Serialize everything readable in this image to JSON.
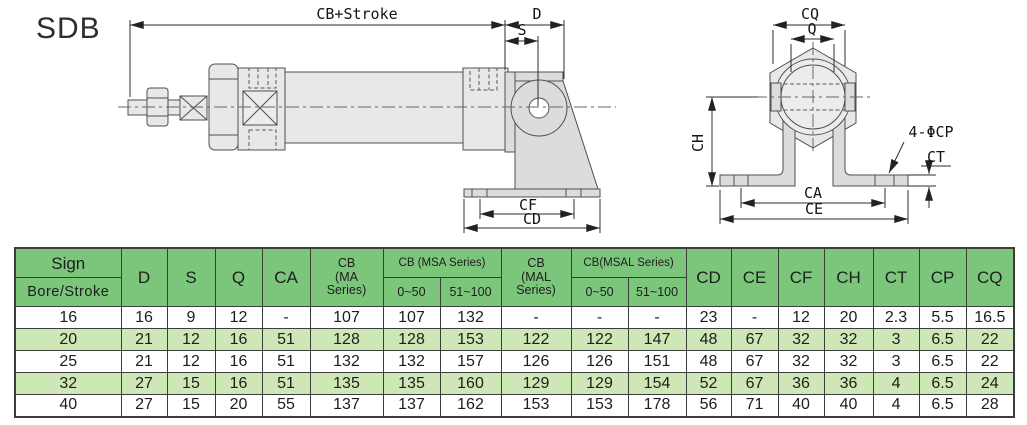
{
  "title": "SDB",
  "colors": {
    "header_green": "#7cc67c",
    "stripe_green": "#cde8b6",
    "table_line": "#3c3c3c",
    "drawing_fill": "#e8e8e8"
  },
  "drawings": {
    "side_view": {
      "cb_stroke": "CB+Stroke",
      "d": "D",
      "s": "S",
      "cf": "CF",
      "cd": "CD"
    },
    "end_view": {
      "cq": "CQ",
      "q": "Q",
      "ch": "CH",
      "ca": "CA",
      "ce": "CE",
      "ct": "CT",
      "holes": "4-ΦCP"
    }
  },
  "table": {
    "header": {
      "sign": "Sign",
      "bore_stroke": "Bore/Stroke",
      "d": "D",
      "s": "S",
      "q": "Q",
      "ca": "CA",
      "cb_ma": "CB\n(MA\nSeries)",
      "cb_msa": "CB (MSA Series)",
      "cb_mal": "CB\n(MAL\nSeries)",
      "cb_msal": "CB(MSAL Series)",
      "range_low": "0~50",
      "range_high": "51~100",
      "cd": "CD",
      "ce": "CE",
      "cf": "CF",
      "ch": "CH",
      "ct": "CT",
      "cp": "CP",
      "cq": "CQ"
    },
    "rows": [
      {
        "bore": "16",
        "values": [
          "16",
          "9",
          "12",
          "-",
          "107",
          "107",
          "132",
          "-",
          "-",
          "-",
          "23",
          "-",
          "12",
          "20",
          "2.3",
          "5.5",
          "16.5"
        ]
      },
      {
        "bore": "20",
        "values": [
          "21",
          "12",
          "16",
          "51",
          "128",
          "128",
          "153",
          "122",
          "122",
          "147",
          "48",
          "67",
          "32",
          "32",
          "3",
          "6.5",
          "22"
        ]
      },
      {
        "bore": "25",
        "values": [
          "21",
          "12",
          "16",
          "51",
          "132",
          "132",
          "157",
          "126",
          "126",
          "151",
          "48",
          "67",
          "32",
          "32",
          "3",
          "6.5",
          "22"
        ]
      },
      {
        "bore": "32",
        "values": [
          "27",
          "15",
          "16",
          "51",
          "135",
          "135",
          "160",
          "129",
          "129",
          "154",
          "52",
          "67",
          "36",
          "36",
          "4",
          "6.5",
          "24"
        ]
      },
      {
        "bore": "40",
        "values": [
          "27",
          "15",
          "20",
          "55",
          "137",
          "137",
          "162",
          "153",
          "153",
          "178",
          "56",
          "71",
          "40",
          "40",
          "4",
          "6.5",
          "28"
        ]
      }
    ]
  }
}
